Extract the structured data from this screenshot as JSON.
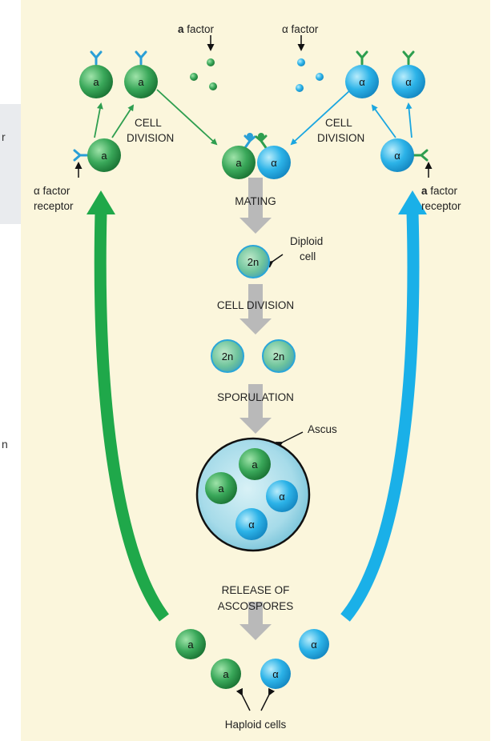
{
  "labels": {
    "a_factor_top_bold": "a",
    "a_factor_top_rest": " factor",
    "alpha_factor_top": "α factor",
    "cell_division_left_1": "CELL",
    "cell_division_left_2": "DIVISION",
    "cell_division_right_1": "CELL",
    "cell_division_right_2": "DIVISION",
    "alpha_receptor_1": "α factor",
    "alpha_receptor_2": "receptor",
    "a_receptor_bold": "a",
    "a_receptor_rest": " factor",
    "a_receptor_2": "receptor",
    "mating": "MATING",
    "diploid_1": "Diploid",
    "diploid_2": "cell",
    "cell_division_center": "CELL DIVISION",
    "sporulation": "SPORULATION",
    "ascus": "Ascus",
    "release_1": "RELEASE OF",
    "release_2": "ASCOSPORES",
    "haploid": "Haploid cells",
    "edge_left": "r",
    "edge_left_2": "n"
  },
  "cell_types": {
    "a": "a",
    "alpha": "α",
    "diploid": "2n"
  },
  "colors": {
    "background": "#fbf6dc",
    "green": "#2e9e4f",
    "green_dark": "#1e7a3a",
    "green_light": "#7fd38f",
    "blue": "#1aa6e0",
    "blue_light": "#8fdcf7",
    "diploid_fill": "#7cc9a6",
    "ascus_fill": "#a9dcea",
    "process_arrow": "#b9b9b9",
    "big_arrow_green": "#1fa84a",
    "big_arrow_blue": "#1ab0e8"
  }
}
